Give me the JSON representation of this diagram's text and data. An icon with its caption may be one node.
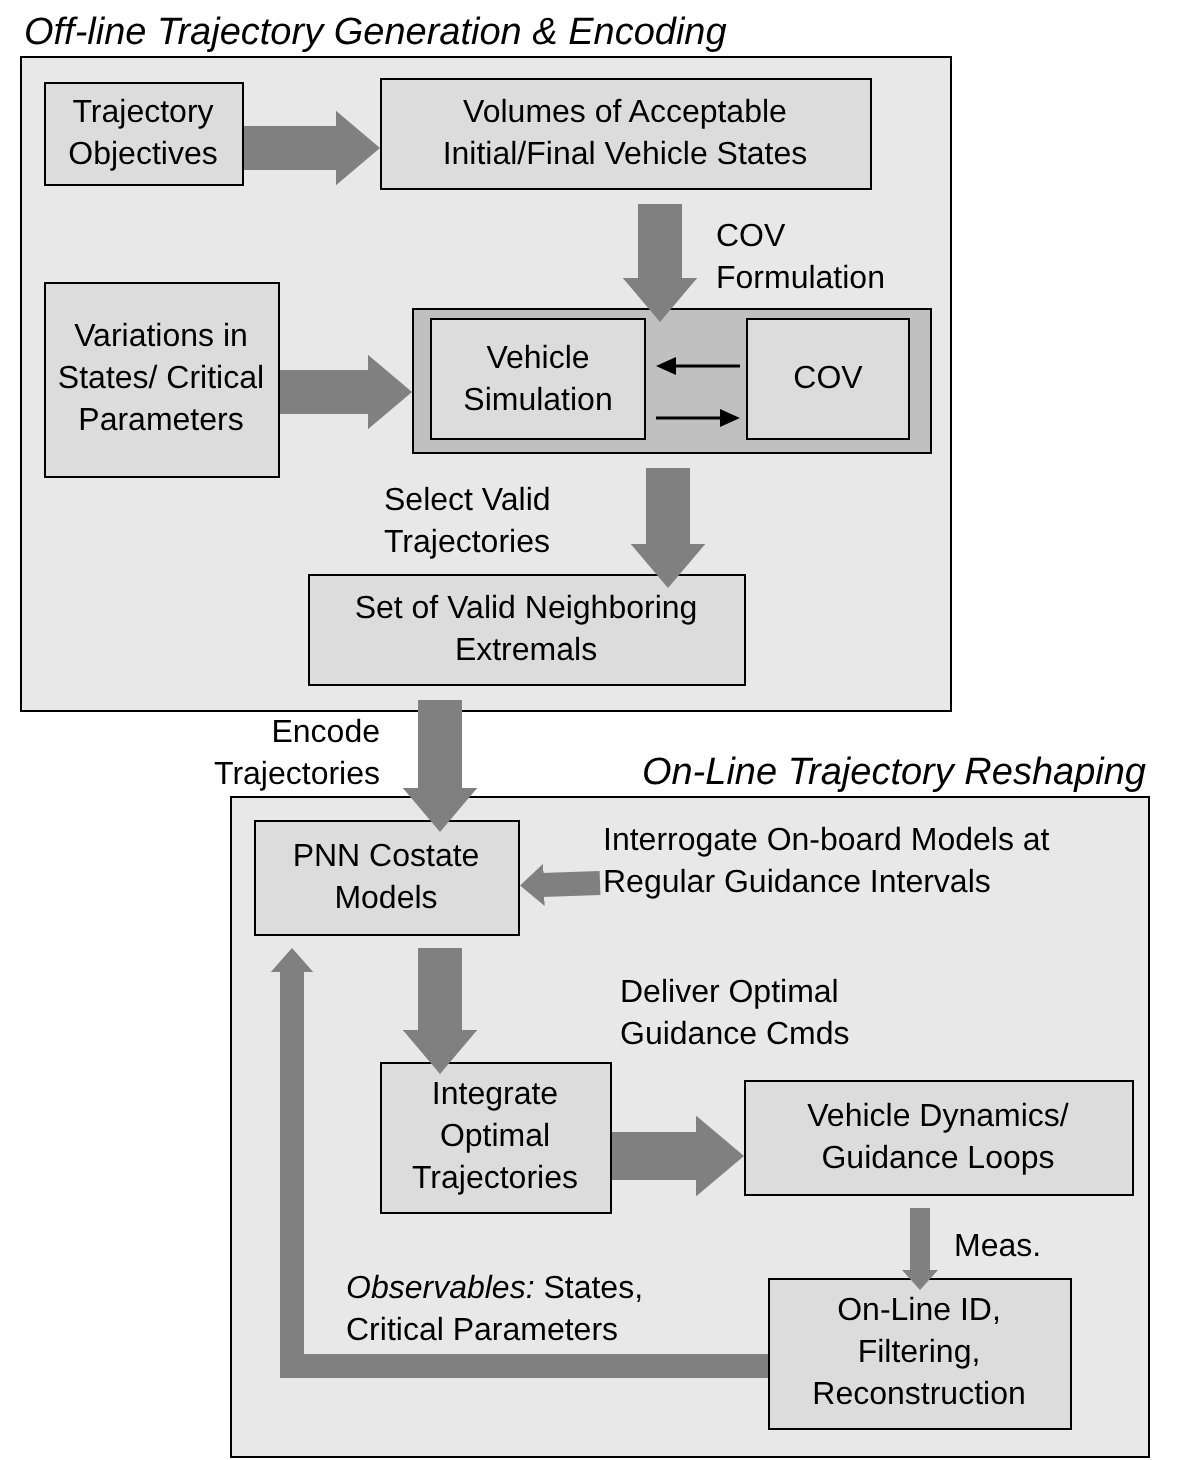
{
  "diagram": {
    "nodes": [
      {
        "text": [
          "Off-line Trajectory Generation & Encoding"
        ]
      },
      {
        "text": [
          "Trajectory Objectives"
        ],
        "in": 0
      },
      {
        "text": [
          "Volumes of Acceptable Initial/Final Vehicle States"
        ],
        "in": 0
      },
      {
        "text": [
          "Variations in States/ Critical Parameters"
        ],
        "in": 0
      },
      {
        "text": [],
        "shape": "box",
        "in": 0
      },
      {
        "text": [
          "Vehicle Simulation"
        ],
        "in": 4
      },
      {
        "text": [
          "COV"
        ],
        "in": 4
      },
      {
        "text": [
          "Set of Valid Neighboring Extremals"
        ],
        "in": 0
      },
      {
        "text": [
          "On-Line Trajectory Reshaping"
        ]
      },
      {
        "text": [
          "PNN Costate Models"
        ],
        "in": 8
      },
      {
        "text": [
          "Integrate Optimal Trajectories"
        ],
        "in": 8
      },
      {
        "text": [
          "Vehicle Dynamics/ Guidance Loops"
        ],
        "in": 8
      },
      {
        "text": [
          "On-Line ID, Filtering, Reconstruction"
        ],
        "in": 8
      },
      {
        "text": [
          "Interrogate On-board Models at Regular Guidance Intervals"
        ],
        "in": 8
      }
    ],
    "edges": [
      {
        "from": 1,
        "to": 2,
        "arrow": "to"
      },
      {
        "from": 2,
        "to": 4,
        "arrow": "to",
        "label": "COV Formulation"
      },
      {
        "from": 3,
        "to": 4,
        "arrow": "to"
      },
      {
        "from": 6,
        "to": 5,
        "arrow": "to",
        "color": "#000000"
      },
      {
        "from": 5,
        "to": 6,
        "arrow": "to",
        "color": "#000000"
      },
      {
        "from": 4,
        "to": 7,
        "arrow": "to",
        "label": "Select Valid Trajectories"
      },
      {
        "from": 7,
        "to": 9,
        "arrow": "to",
        "label": "Encode Trajectories"
      },
      {
        "from": 13,
        "to": 9,
        "arrow": "to"
      },
      {
        "from": 9,
        "to": 10,
        "arrow": "to"
      },
      {
        "from": 10,
        "to": 11,
        "arrow": "to",
        "label": "Deliver Optimal Guidance Cmds"
      },
      {
        "from": 11,
        "to": 12,
        "arrow": "to",
        "label": "Meas."
      },
      {
        "from": 12,
        "to": 9,
        "arrow": "to",
        "label": "*Observables:* States, Critical Parameters"
      }
    ]
  }
}
